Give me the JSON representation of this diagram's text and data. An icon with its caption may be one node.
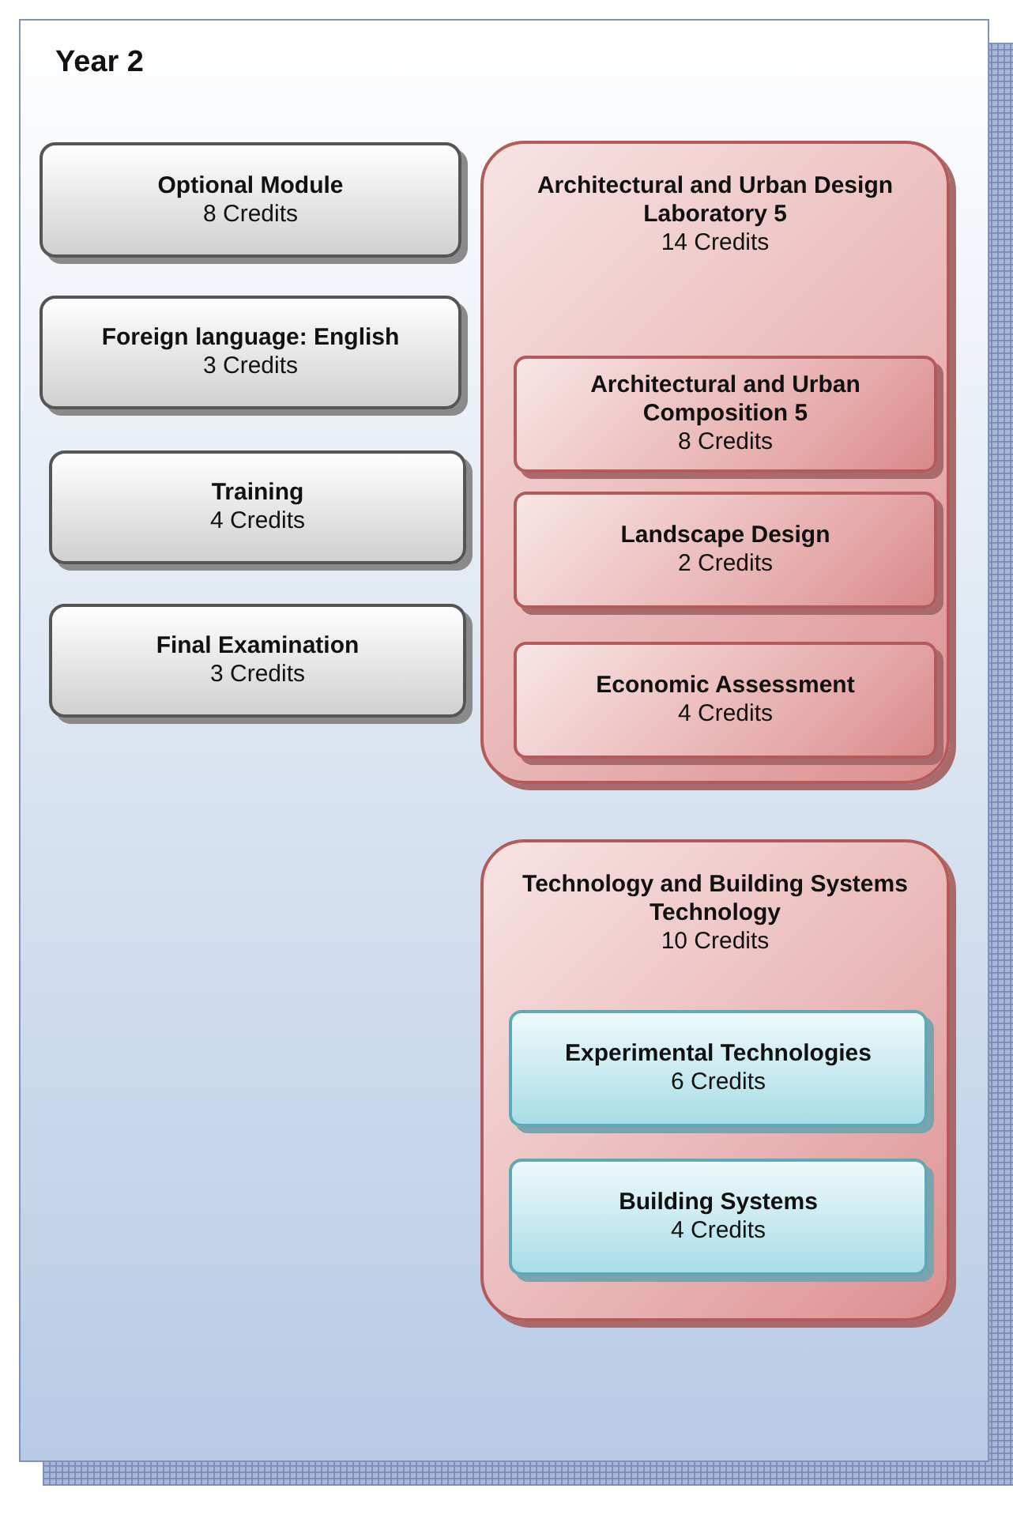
{
  "diagram": {
    "nodes": [
      {
        "text": [
          "Year 2"
        ]
      },
      {
        "text": [
          "Optional Module",
          "8 Credits"
        ],
        "in": 0
      },
      {
        "text": [
          "Foreign language: English",
          "3 Credits"
        ],
        "in": 0
      },
      {
        "text": [
          "Training",
          "4 Credits"
        ],
        "in": 0
      },
      {
        "text": [
          "Final Examination",
          "3 Credits"
        ],
        "in": 0
      },
      {
        "text": [
          "Architectural and Urban Design Laboratory 5",
          "14 Credits"
        ],
        "in": 0
      },
      {
        "text": [
          "Architectural and Urban Composition 5",
          "8 Credits"
        ],
        "in": 5
      },
      {
        "text": [
          "Landscape Design",
          "2 Credits"
        ],
        "in": 5
      },
      {
        "text": [
          "Economic Assessment",
          "4 Credits"
        ],
        "in": 5
      },
      {
        "text": [
          "Technology and Building Systems Technology",
          "10 Credits"
        ],
        "in": 0
      },
      {
        "text": [
          "Experimental Technologies",
          "6 Credits"
        ],
        "in": 9
      },
      {
        "text": [
          "Building Systems",
          "4 Credits"
        ],
        "in": 9
      }
    ]
  }
}
